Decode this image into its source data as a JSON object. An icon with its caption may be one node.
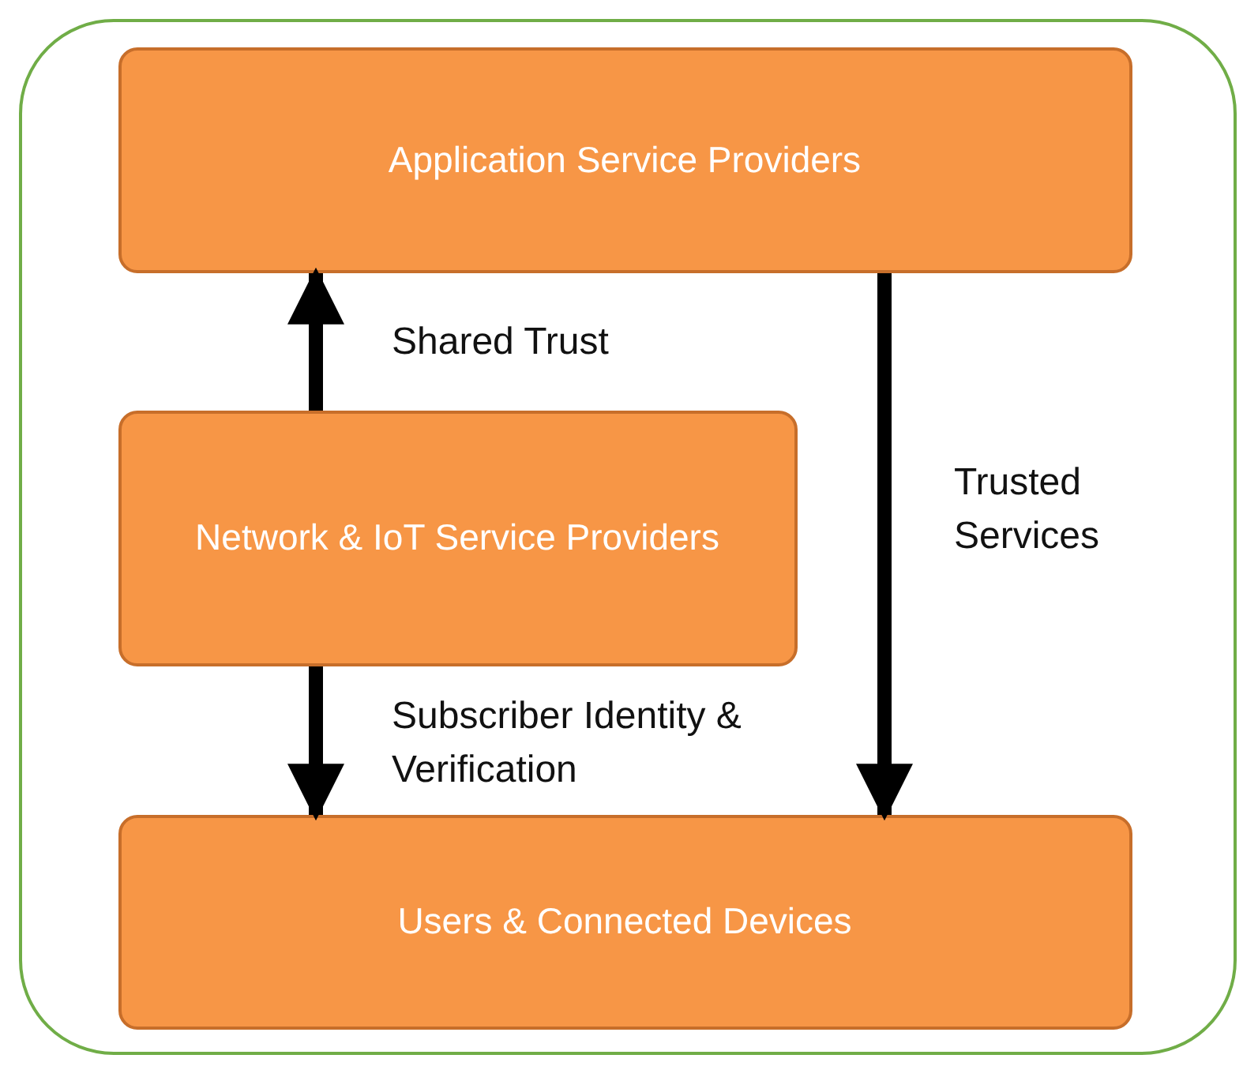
{
  "diagram": {
    "nodes": [
      {
        "text": [],
        "shape": "box"
      },
      {
        "text": [
          "Application Service Providers"
        ],
        "in": 0
      },
      {
        "text": [
          "Network & IoT Service Providers"
        ],
        "in": 0
      },
      {
        "text": [
          "Users & Connected Devices"
        ],
        "in": 0
      }
    ],
    "edges": [
      {
        "from": 2,
        "to": 1,
        "arrow": "to",
        "label": "Shared Trust"
      },
      {
        "from": 2,
        "to": 3,
        "arrow": "to",
        "label": "Subscriber Identity & Verification"
      },
      {
        "from": 1,
        "to": 3,
        "arrow": "to",
        "label": "Trusted Services"
      }
    ]
  }
}
